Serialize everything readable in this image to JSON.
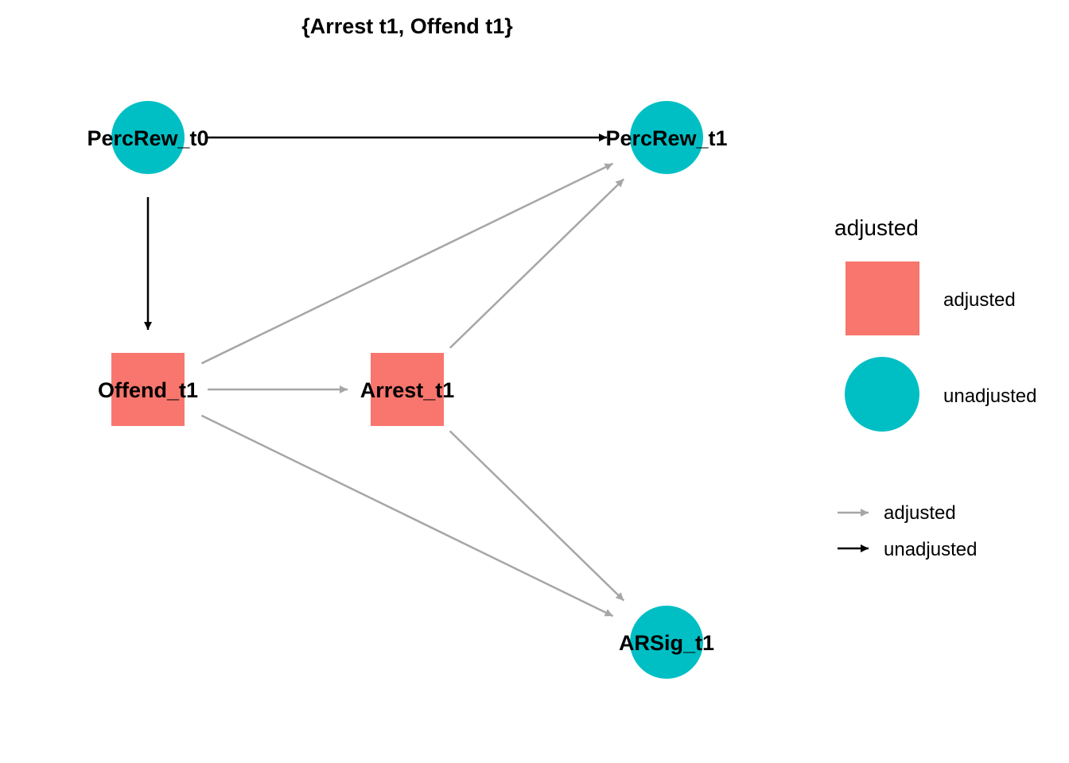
{
  "title": "{Arrest  t1, Offend  t1}",
  "colors": {
    "adjusted_fill": "#F8766D",
    "unadjusted_fill": "#00BFC4",
    "adjusted_edge": "#A6A6A6",
    "unadjusted_edge": "#000000"
  },
  "nodes": [
    {
      "id": "PercRew_t0",
      "label": "PercRew_t0",
      "status": "unadjusted"
    },
    {
      "id": "PercRew_t1",
      "label": "PercRew_t1",
      "status": "unadjusted"
    },
    {
      "id": "Offend_t1",
      "label": "Offend_t1",
      "status": "adjusted"
    },
    {
      "id": "Arrest_t1",
      "label": "Arrest_t1",
      "status": "adjusted"
    },
    {
      "id": "ARSig_t1",
      "label": "ARSig_t1",
      "status": "unadjusted"
    }
  ],
  "edges": [
    {
      "from": "PercRew_t0",
      "to": "PercRew_t1",
      "status": "unadjusted"
    },
    {
      "from": "PercRew_t0",
      "to": "Offend_t1",
      "status": "unadjusted"
    },
    {
      "from": "Offend_t1",
      "to": "PercRew_t1",
      "status": "adjusted"
    },
    {
      "from": "Offend_t1",
      "to": "Arrest_t1",
      "status": "adjusted"
    },
    {
      "from": "Offend_t1",
      "to": "ARSig_t1",
      "status": "adjusted"
    },
    {
      "from": "Arrest_t1",
      "to": "PercRew_t1",
      "status": "adjusted"
    },
    {
      "from": "Arrest_t1",
      "to": "ARSig_t1",
      "status": "adjusted"
    }
  ],
  "legend": {
    "node_title": "adjusted",
    "node_items": [
      {
        "label": "adjusted",
        "shape": "square"
      },
      {
        "label": "unadjusted",
        "shape": "circle"
      }
    ],
    "edge_items": [
      {
        "label": "adjusted"
      },
      {
        "label": "unadjusted"
      }
    ]
  }
}
